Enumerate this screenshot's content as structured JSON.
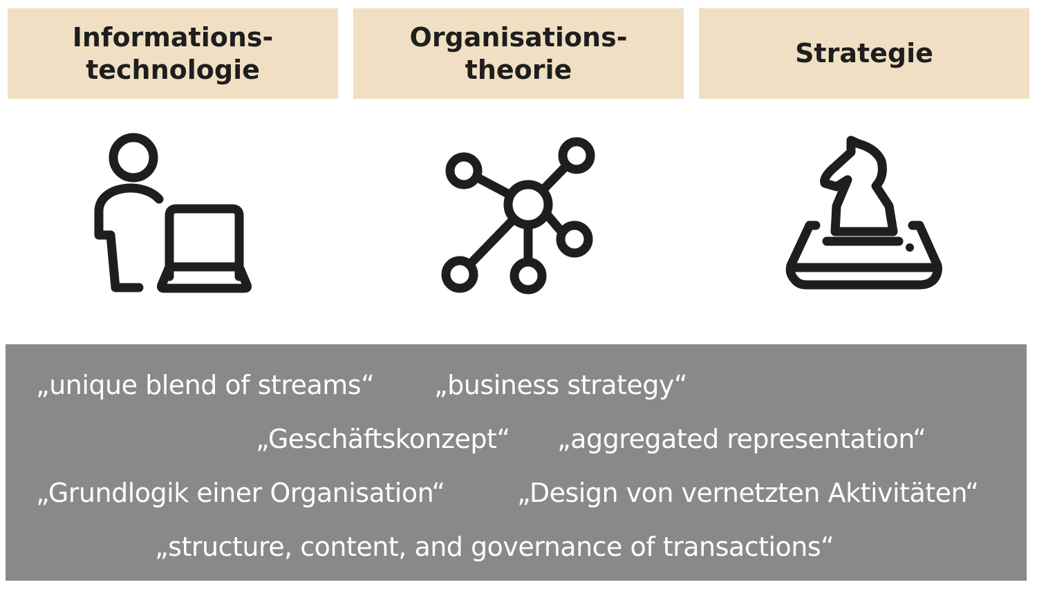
{
  "headers": [
    {
      "label": "Informations-\ntechnologie",
      "icon": "person-laptop-icon"
    },
    {
      "label": "Organisations-\ntheorie",
      "icon": "network-icon"
    },
    {
      "label": "Strategie",
      "icon": "chess-knight-icon"
    }
  ],
  "phrases": [
    "„unique blend of streams“",
    "„business strategy“",
    "„Geschäftskonzept“",
    "„aggregated representation“",
    "„Grundlogik einer Organisation“",
    "„Design von vernetzten Aktivitäten“",
    "„structure, content, and governance of transactions“"
  ],
  "colors": {
    "header_background": "#f1dfc3",
    "panel_background": "#898989",
    "icon_stroke": "#1e1e1e",
    "phrase_text": "#ffffff"
  }
}
